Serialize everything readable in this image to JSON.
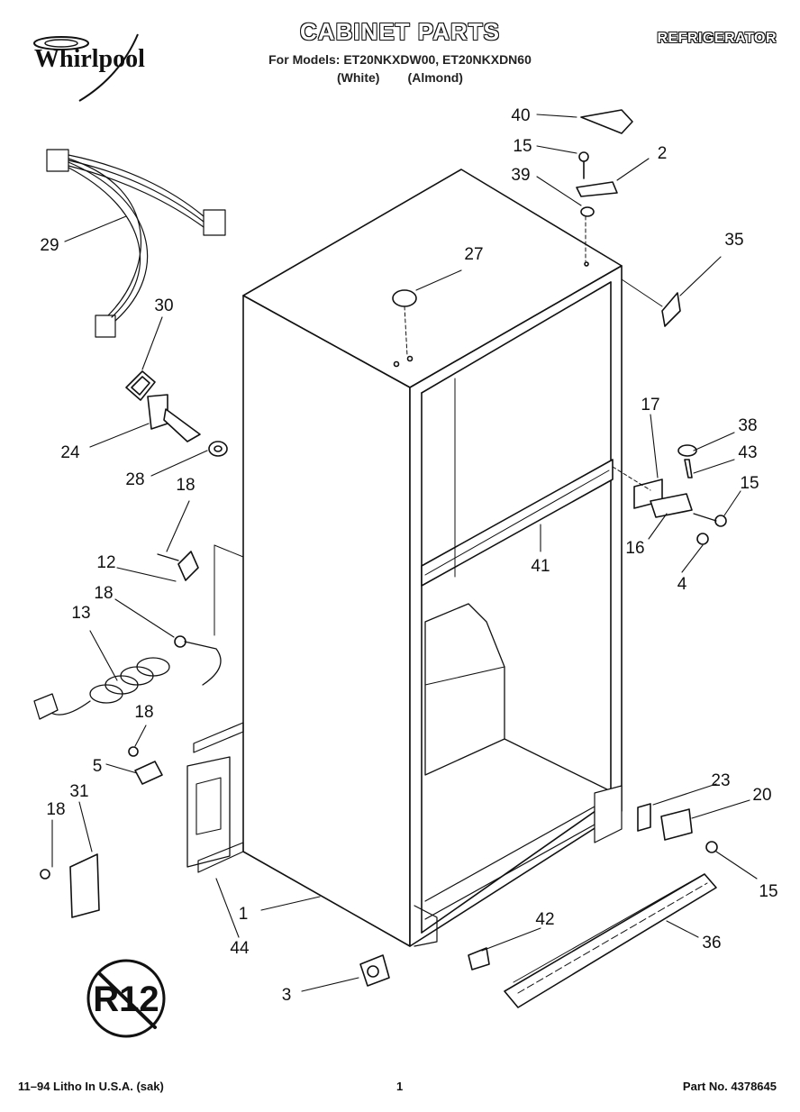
{
  "header": {
    "title": "CABINET PARTS",
    "models_line": "For Models: ET20NKXDW00, ET20NKXDN60",
    "colors_line": "(White)        (Almond)",
    "category": "REFRIGERATOR",
    "brand": "Whirlpool"
  },
  "badge": {
    "text": "R12",
    "icon": "no-r12-icon"
  },
  "callouts": [
    "40",
    "15",
    "2",
    "39",
    "35",
    "27",
    "29",
    "30",
    "24",
    "28",
    "17",
    "38",
    "43",
    "15",
    "16",
    "4",
    "41",
    "18",
    "12",
    "18",
    "13",
    "18",
    "5",
    "31",
    "18",
    "23",
    "20",
    "15",
    "1",
    "44",
    "42",
    "36",
    "3"
  ],
  "footer": {
    "left": "11–94 Litho In U.S.A. (sak)",
    "center": "1",
    "right": "Part No. 4378645"
  }
}
